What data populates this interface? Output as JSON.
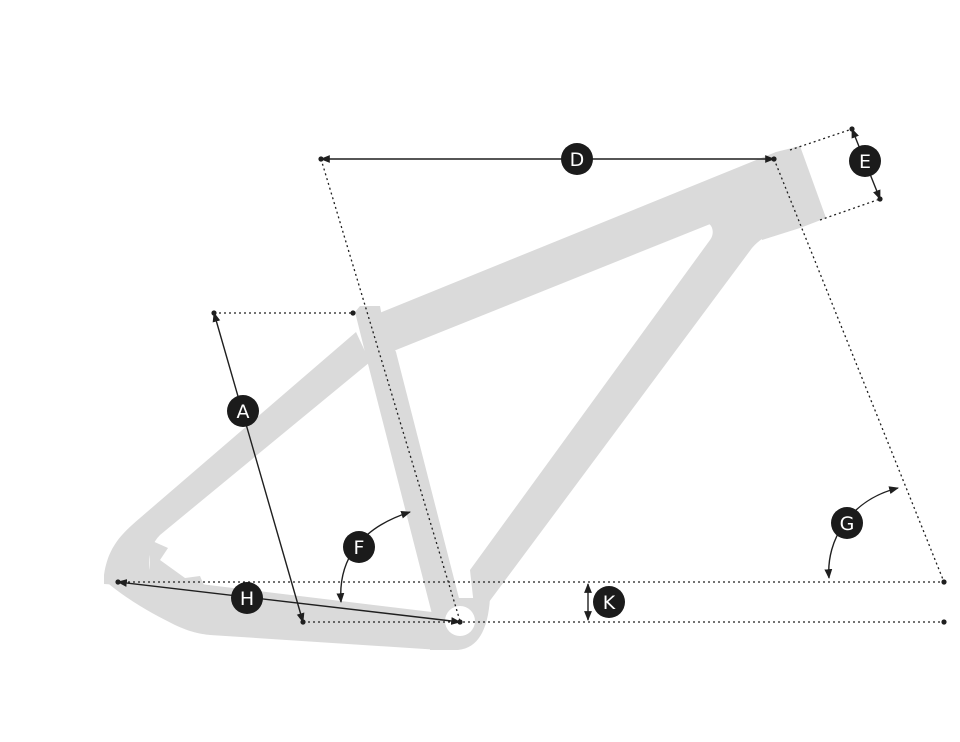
{
  "labels": {
    "A": "A",
    "D": "D",
    "E": "E",
    "F": "F",
    "G": "G",
    "H": "H",
    "K": "K"
  },
  "colors": {
    "frame": "#dadada",
    "line": "#1f1f1f",
    "badge": "#1b1b1b",
    "badge_text": "#ffffff"
  }
}
